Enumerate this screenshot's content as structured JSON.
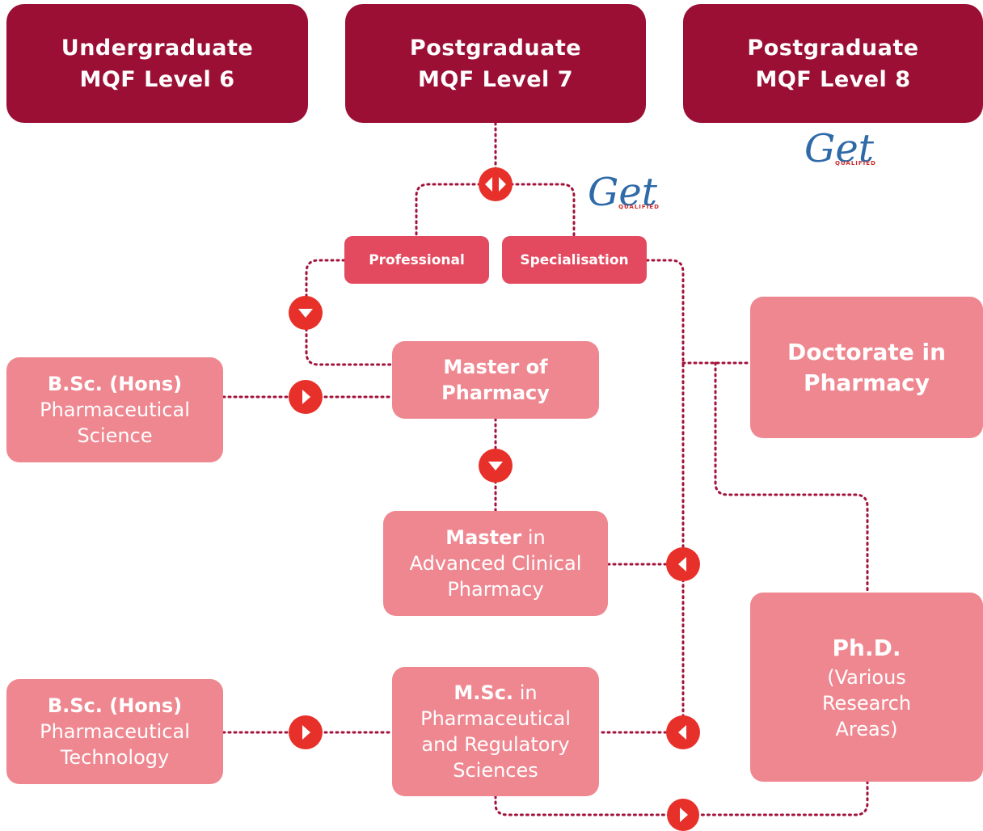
{
  "headers": {
    "undergrad": {
      "line1": "Undergraduate",
      "line2": "MQF Level 6"
    },
    "postgrad7": {
      "line1": "Postgraduate",
      "line2": "MQF Level 7"
    },
    "postgrad8": {
      "line1": "Postgraduate",
      "line2": "MQF Level 8"
    }
  },
  "branches": {
    "professional": "Professional",
    "specialisation": "Specialisation"
  },
  "nodes": {
    "bsc_pharm_science": {
      "bold": "B.Sc. (Hons)",
      "line2": "Pharmaceutical",
      "line3": "Science"
    },
    "master_pharmacy": {
      "line1": "Master of",
      "line2": "Pharmacy"
    },
    "master_clinical": {
      "bold": "Master",
      "rest": " in",
      "line2": "Advanced Clinical",
      "line3": "Pharmacy"
    },
    "bsc_pharm_tech": {
      "bold": "B.Sc. (Hons)",
      "line2": "Pharmaceutical",
      "line3": "Technology"
    },
    "msc_regulatory": {
      "bold": "M.Sc.",
      "rest": " in",
      "line2": "Pharmaceutical",
      "line3": "and Regulatory",
      "line4": "Sciences"
    },
    "doctorate": {
      "line1": "Doctorate in",
      "line2": "Pharmacy"
    },
    "phd": {
      "bold": "Ph.D.",
      "line2": "(Various",
      "line3": "Research",
      "line4": "Areas)"
    }
  },
  "logos": {
    "script": "Get",
    "tagline": "QUALIFIED"
  },
  "colors": {
    "header": "#9b0f35",
    "pill": "#e34a60",
    "node": "#ef8790",
    "connector": "#a3123a",
    "badge": "#e8302a",
    "logo": "#2f6aa8"
  }
}
